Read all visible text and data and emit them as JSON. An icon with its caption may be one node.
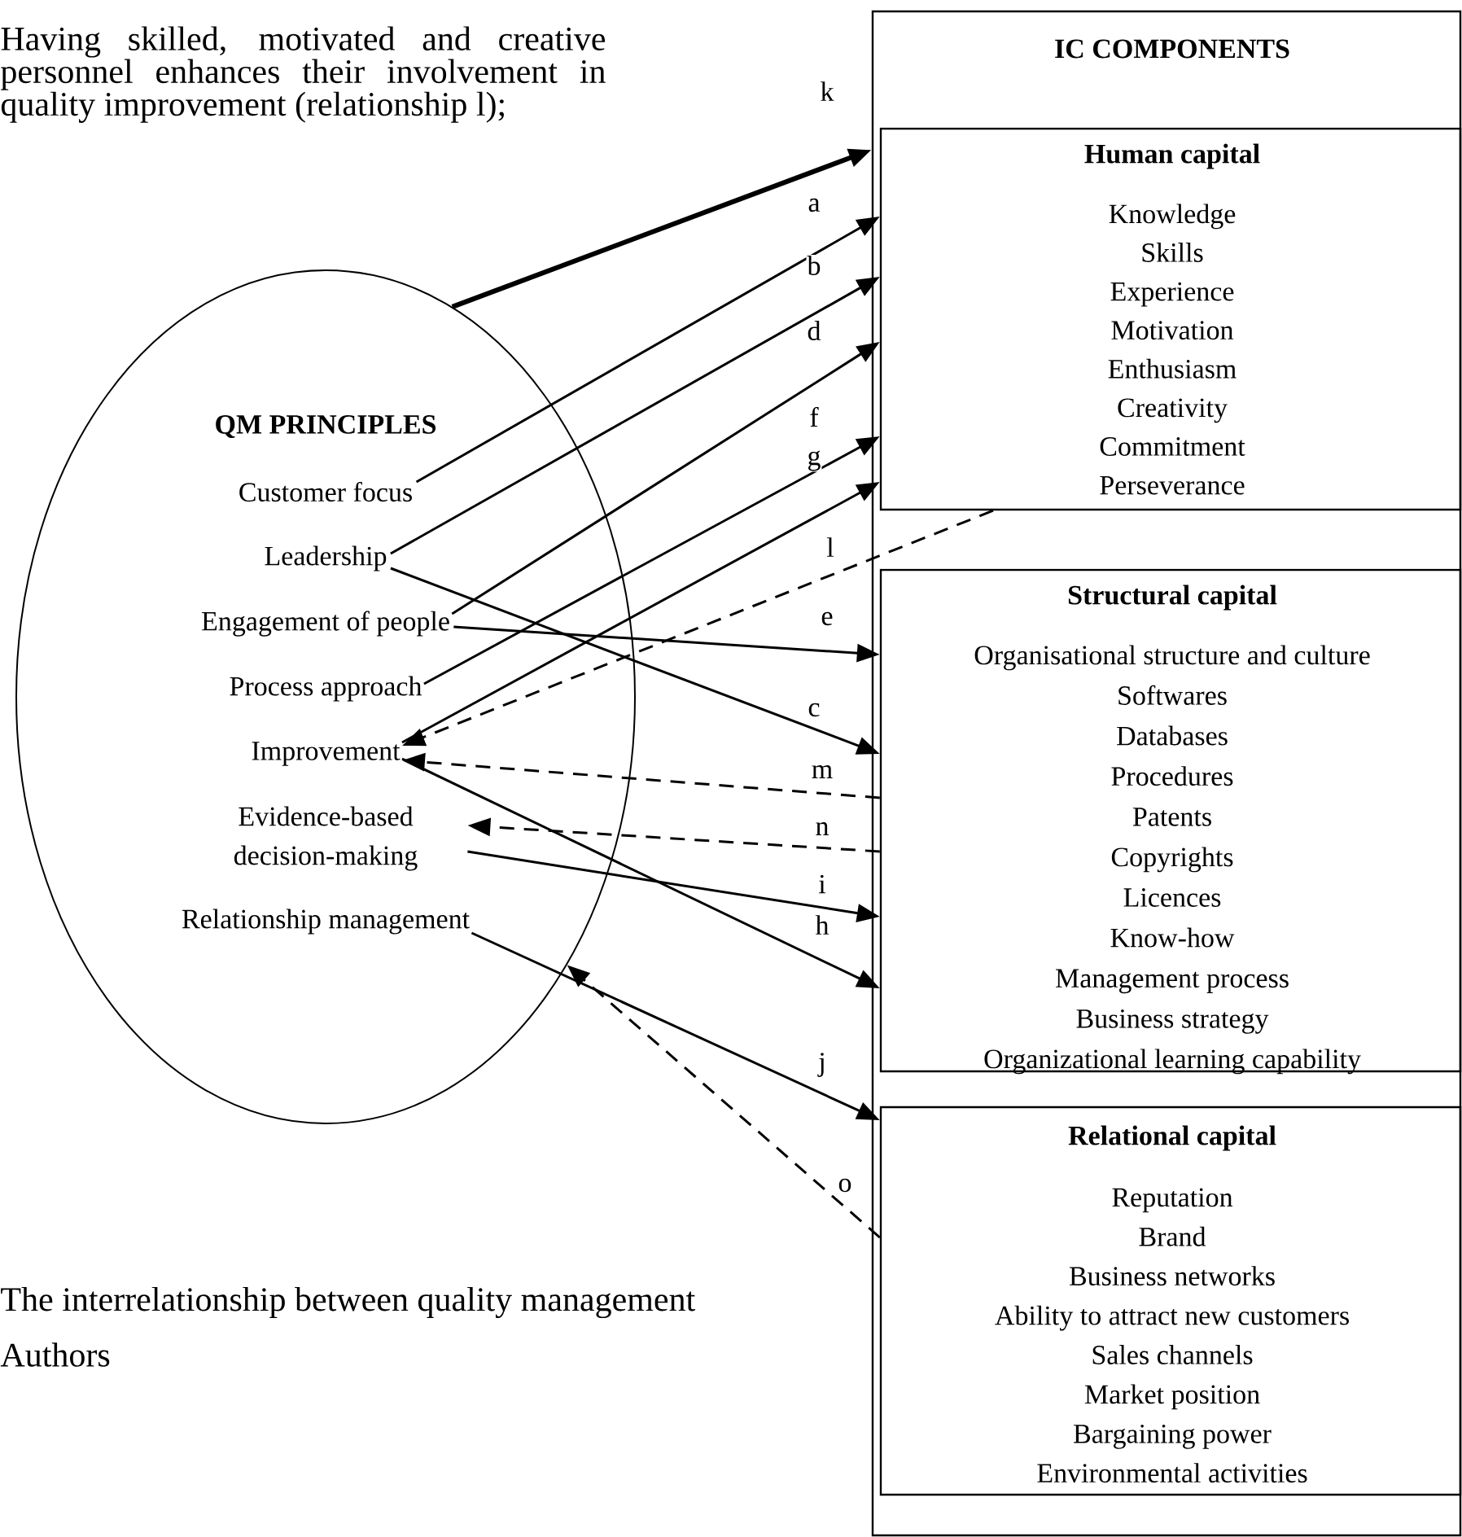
{
  "diagram": {
    "nodes": [
      {
        "text": [
          "QM PRINCIPLES"
        ]
      },
      {
        "text": [
          "Customer focus"
        ],
        "in": 0
      },
      {
        "text": [
          "Leadership"
        ],
        "in": 0
      },
      {
        "text": [
          "Engagement of people"
        ],
        "in": 0
      },
      {
        "text": [
          "Process approach"
        ],
        "in": 0
      },
      {
        "text": [
          "Improvement"
        ],
        "in": 0
      },
      {
        "text": [
          "Evidence-based decision-making"
        ],
        "in": 0
      },
      {
        "text": [
          "Relationship management"
        ],
        "in": 0
      },
      {
        "text": [
          "IC COMPONENTS"
        ]
      },
      {
        "text": [
          "Human capital",
          "Knowledge",
          "Skills",
          "Experience",
          "Motivation",
          "Enthusiasm",
          "Creativity",
          "Commitment",
          "Perseverance"
        ],
        "in": 8
      },
      {
        "text": [
          "Structural capital",
          "Organisational structure and culture",
          "Softwares",
          "Databases",
          "Procedures",
          "Patents",
          "Copyrights",
          "Licences",
          "Know-how",
          "Management process",
          "Business strategy",
          "Organizational learning capability"
        ],
        "in": 8
      },
      {
        "text": [
          "Relational capital",
          "Reputation",
          "Brand",
          "Business networks",
          "Ability to attract new customers",
          "Sales channels",
          "Market position",
          "Bargaining power",
          "Environmental activities"
        ],
        "in": 8
      }
    ],
    "edges": [
      {
        "from": 1,
        "to": 9,
        "arrow": "to",
        "label": "a"
      },
      {
        "from": 2,
        "to": 9,
        "arrow": "to",
        "label": "b"
      },
      {
        "from": 2,
        "to": 10,
        "arrow": "to",
        "label": "c"
      },
      {
        "from": 3,
        "to": 9,
        "arrow": "to",
        "label": "d"
      },
      {
        "from": 3,
        "to": 10,
        "arrow": "to",
        "label": "e"
      },
      {
        "from": 4,
        "to": 9,
        "arrow": "to",
        "label": "f"
      },
      {
        "from": 5,
        "to": 9,
        "arrow": "to",
        "label": "g"
      },
      {
        "from": 5,
        "to": 10,
        "arrow": "to",
        "label": "h"
      },
      {
        "from": 6,
        "to": 10,
        "arrow": "to",
        "label": "i"
      },
      {
        "from": 7,
        "to": 11,
        "arrow": "to",
        "label": "j"
      },
      {
        "from": 0,
        "to": 8,
        "arrow": "to",
        "label": "k",
        "style": "thick"
      },
      {
        "from": 9,
        "to": 5,
        "arrow": "to",
        "label": "l",
        "style": "dashed"
      },
      {
        "from": 10,
        "to": 5,
        "arrow": "to",
        "label": "m",
        "style": "dashed"
      },
      {
        "from": 10,
        "to": 6,
        "arrow": "to",
        "label": "n",
        "style": "dashed"
      },
      {
        "from": 11,
        "to": 0,
        "arrow": "to",
        "label": "o",
        "style": "dashed"
      }
    ],
    "labels": [
      "Having skilled, motivated and creative personnel enhances their involvement in quality improvement (relationship l);",
      "The interrelationship between quality management",
      "Authors"
    ]
  }
}
